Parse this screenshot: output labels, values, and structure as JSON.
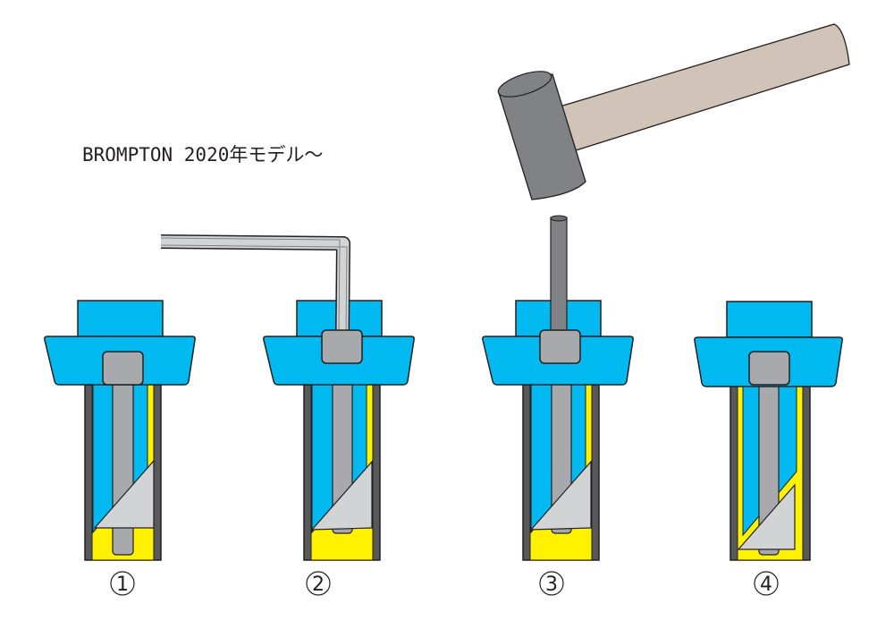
{
  "title": "BROMPTON 2020年モデル〜",
  "steps": [
    {
      "label": "1"
    },
    {
      "label": "2"
    },
    {
      "label": "3"
    },
    {
      "label": "4"
    }
  ],
  "colors": {
    "blue": "#00b9f0",
    "yellow": "#fff200",
    "tube": "#58595b",
    "bolt": "#a7a9ac",
    "wedge": "#d1d3d4",
    "hammer_head": "#808285",
    "hammer_handle": "#d0c4b8",
    "outline": "#231f20"
  }
}
